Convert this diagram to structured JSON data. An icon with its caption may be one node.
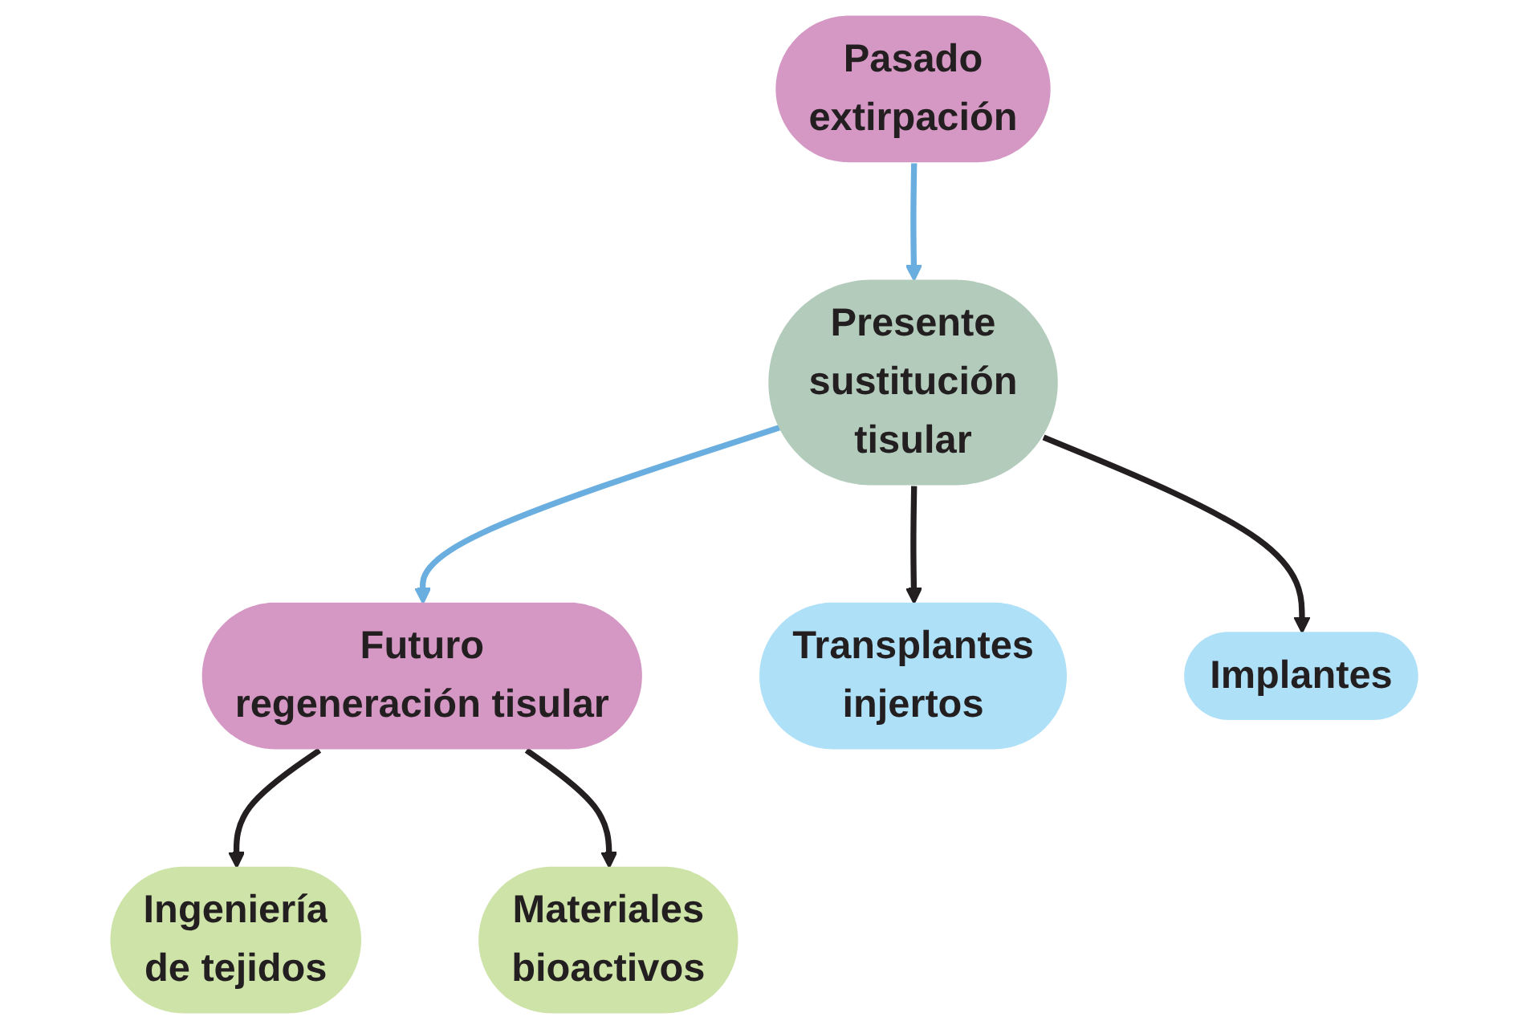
{
  "diagram": {
    "nodes": [
      {
        "text": [
          "Futuro",
          "regeneración tisular"
        ]
      },
      {
        "text": [
          "Ingeniería",
          "de tejidos"
        ]
      },
      {
        "text": [
          "Materiales",
          "bioactivos"
        ]
      },
      {
        "text": [
          "Presente",
          "sustitución",
          "tisular"
        ]
      },
      {
        "text": [
          "Transplantes",
          "injertos"
        ]
      },
      {
        "text": [
          "Implantes"
        ]
      },
      {
        "text": [
          "Pasado",
          "extirpación"
        ]
      }
    ],
    "edges": [
      {
        "from": 0,
        "to": 1,
        "arrow": "to"
      },
      {
        "from": 0,
        "to": 2,
        "arrow": "to"
      },
      {
        "from": 3,
        "to": 0,
        "arrow": "to",
        "color": "#6aaee0"
      },
      {
        "from": 3,
        "to": 4,
        "arrow": "to"
      },
      {
        "from": 3,
        "to": 5,
        "arrow": "to"
      },
      {
        "from": 6,
        "to": 3,
        "arrow": "to",
        "color": "#6aaee0"
      }
    ]
  }
}
